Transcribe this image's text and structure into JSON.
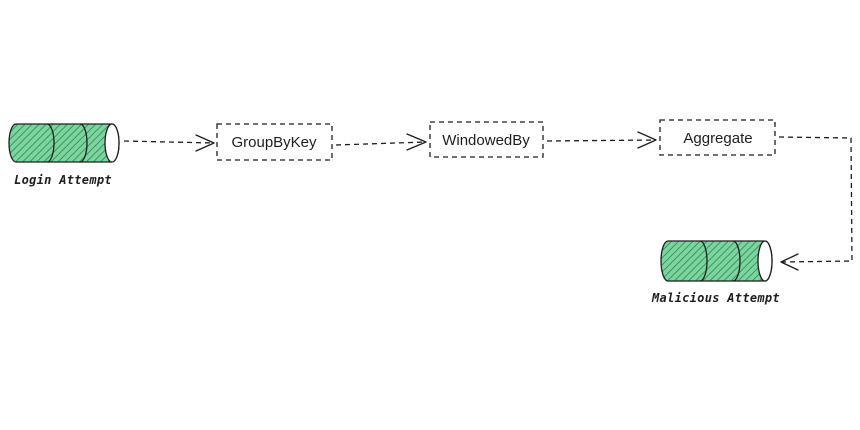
{
  "nodes": {
    "source_topic": {
      "label": "Login Attempt",
      "type": "topic"
    },
    "group_by_key": {
      "label": "GroupByKey",
      "type": "operation"
    },
    "windowed_by": {
      "label": "WindowedBy",
      "type": "operation"
    },
    "aggregate": {
      "label": "Aggregate",
      "type": "operation"
    },
    "sink_topic": {
      "label": "Malicious Attempt",
      "type": "topic"
    }
  },
  "edges": [
    {
      "from": "source_topic",
      "to": "group_by_key",
      "style": "dashed-arrow"
    },
    {
      "from": "group_by_key",
      "to": "windowed_by",
      "style": "dashed-arrow"
    },
    {
      "from": "windowed_by",
      "to": "aggregate",
      "style": "dashed-arrow"
    },
    {
      "from": "aggregate",
      "to": "sink_topic",
      "style": "dashed-arrow"
    }
  ],
  "colors": {
    "topic_fill": "#3aa867",
    "topic_hatch": "#5cc285",
    "stroke": "#1e1e1e",
    "background": "#ffffff"
  }
}
